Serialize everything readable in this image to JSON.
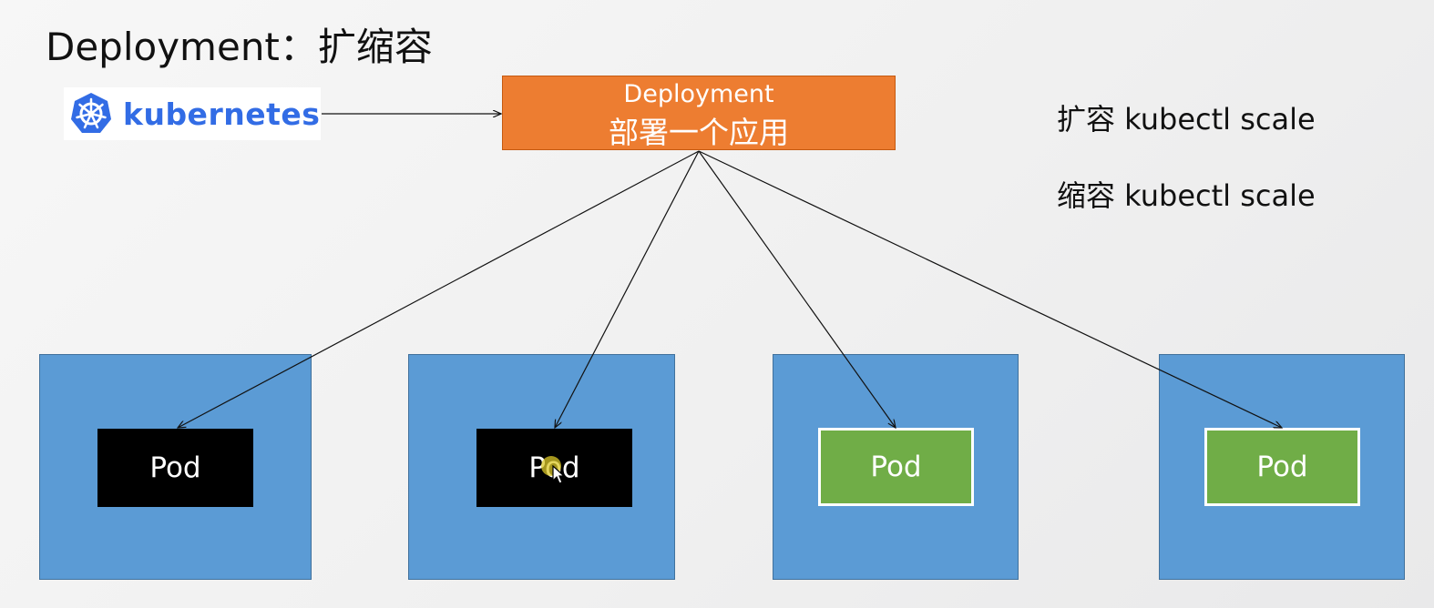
{
  "title": "Deployment：扩缩容",
  "logo": {
    "text": "kubernetes",
    "color": "#326ce5"
  },
  "deployment": {
    "line1": "Deployment",
    "line2": "部署一个应用",
    "color": "#ed7d31"
  },
  "commands": {
    "scale_up": "扩容 kubectl scale",
    "scale_down": "缩容 kubectl scale"
  },
  "nodes": [
    {
      "pod_label": "Pod",
      "pod_state": "existing"
    },
    {
      "pod_label": "Pod",
      "pod_state": "existing"
    },
    {
      "pod_label": "Pod",
      "pod_state": "new"
    },
    {
      "pod_label": "Pod",
      "pod_state": "new"
    }
  ],
  "colors": {
    "node": "#5b9bd5",
    "pod_existing": "#000000",
    "pod_new": "#70ad47"
  }
}
